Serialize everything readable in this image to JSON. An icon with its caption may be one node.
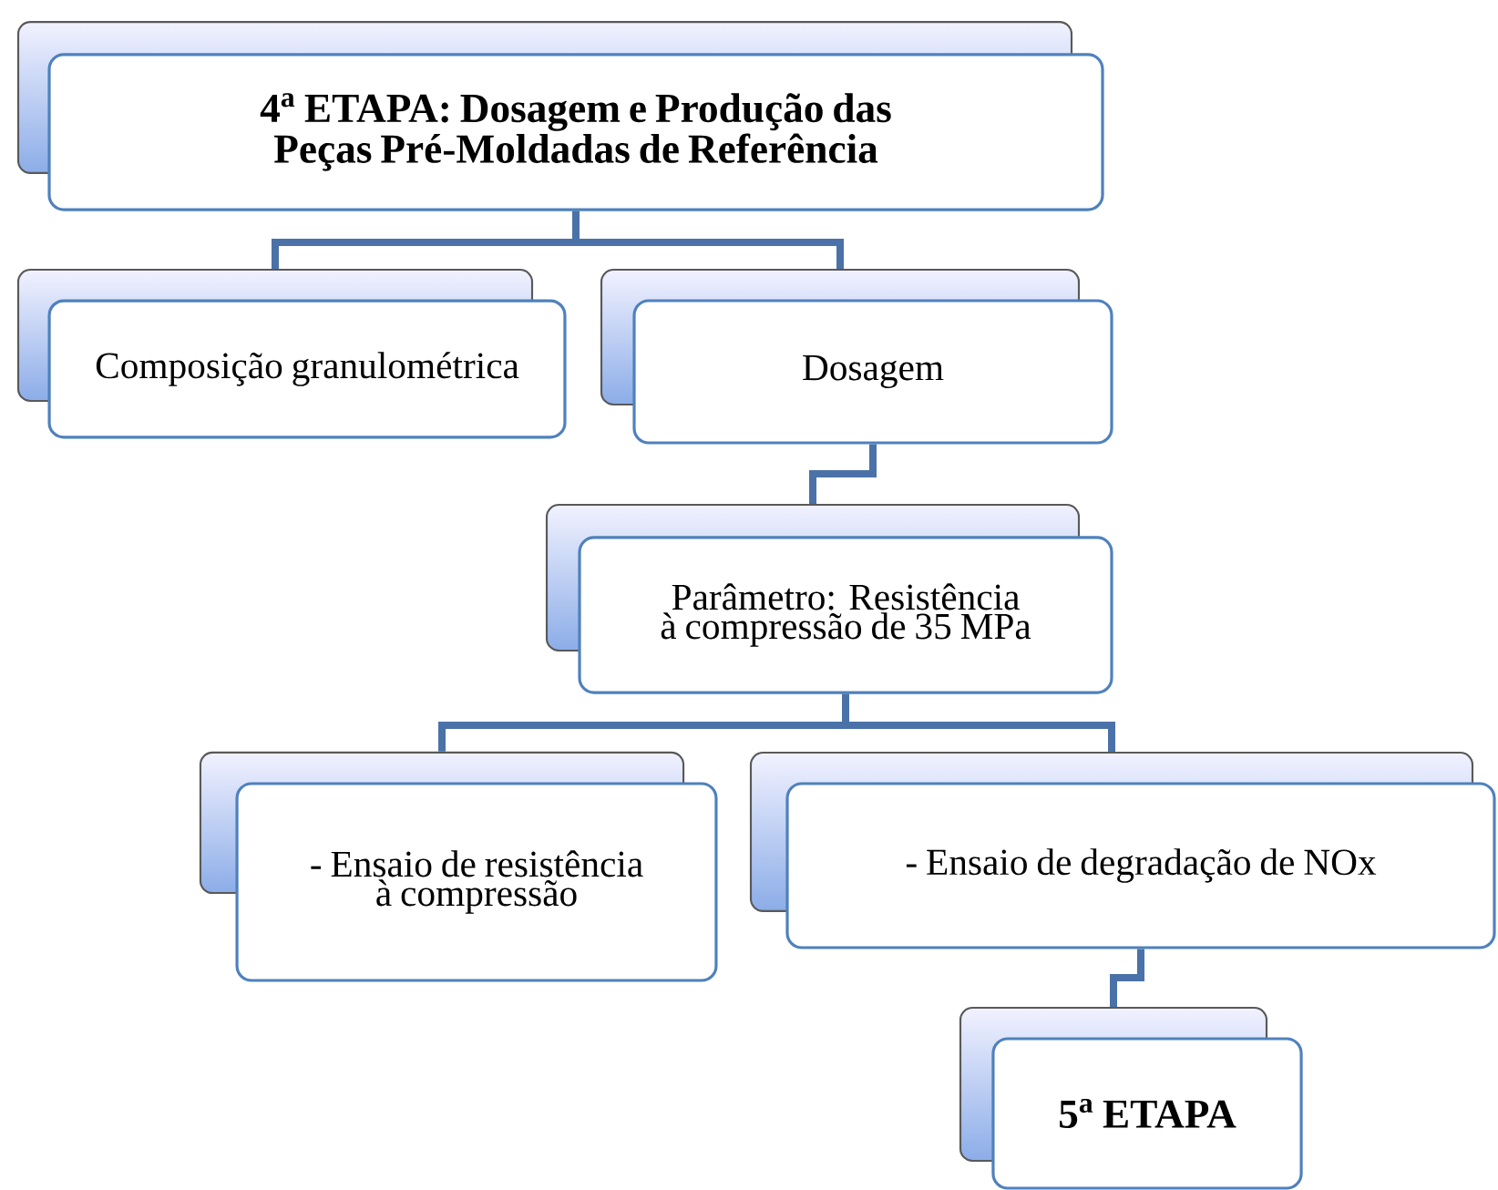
{
  "diagram": {
    "nodes": [
      {
        "text": [
          "4$^{a}$ ETAPA: Dosagem e Produção das Peças Pré-Moldadas de Referência"
        ]
      },
      {
        "text": [
          "Composição granulométrica"
        ]
      },
      {
        "text": [
          "Dosagem"
        ]
      },
      {
        "text": [
          "Parâmetro: Resistência à compressão de 35 MPa"
        ]
      },
      {
        "text": [
          "- Ensaio de resistência à compressão"
        ]
      },
      {
        "text": [
          "- Ensaio de degradação de NOx"
        ]
      },
      {
        "text": [
          "5$^{a}$ ETAPA"
        ]
      }
    ],
    "edges": [
      {
        "from": 0,
        "to": 1,
        "arrow": "none"
      },
      {
        "from": 0,
        "to": 2,
        "arrow": "none"
      },
      {
        "from": 2,
        "to": 3,
        "arrow": "none"
      },
      {
        "from": 3,
        "to": 4,
        "arrow": "none"
      },
      {
        "from": 3,
        "to": 5,
        "arrow": "none"
      },
      {
        "from": 5,
        "to": 6,
        "arrow": "none"
      }
    ]
  }
}
